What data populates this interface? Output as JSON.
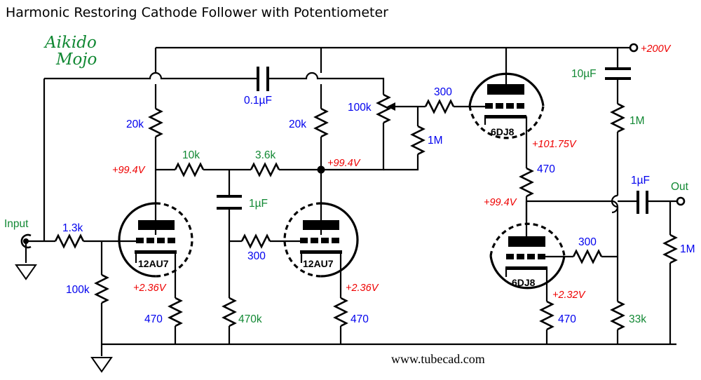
{
  "title": "Harmonic Restoring Cathode Follower with Potentiometer",
  "logo": {
    "line1": "Aikido",
    "line2": "Mojo"
  },
  "footer_url": "www.tubecad.com",
  "colors": {
    "value_blue": "#0000ee",
    "value_green": "#118833",
    "voltage_red": "#ee0000"
  },
  "terminals": {
    "input": "Input",
    "output": "Out",
    "supply": "+200V"
  },
  "components": {
    "r_input": "1.3k",
    "r_grid_leak": "100k",
    "r_plate_left": "20k",
    "r_plate_mid": "20k",
    "r_series_10k": "10k",
    "r_series_3k6": "3.6k",
    "c_coupling_top": "0.1µF",
    "c_mid": "1µF",
    "r_grid_stop_mid": "300",
    "r_bias_470k": "470k",
    "r_cathode_left": "470",
    "r_cathode_mid": "470",
    "pot": "100k",
    "r_pot_shunt": "1M",
    "r_grid_stop_top": "300",
    "r_top_cathode": "470",
    "c_supply": "10µF",
    "r_supply": "1M",
    "r_grid_stop_bottom": "300",
    "r_cathode_bottom": "470",
    "r_33k": "33k",
    "c_output": "1µF",
    "r_output": "1M"
  },
  "tubes": {
    "left": "12AU7",
    "mid": "12AU7",
    "top_right": "6DJ8",
    "bottom_right": "6DJ8"
  },
  "voltages": {
    "left_plate": "+99.4V",
    "mid_plate": "+99.4V",
    "left_cathode": "+2.36V",
    "mid_cathode": "+2.36V",
    "top_cathode": "+101.75V",
    "bottom_plate": "+99.4V",
    "bottom_cathode": "+2.32V"
  }
}
